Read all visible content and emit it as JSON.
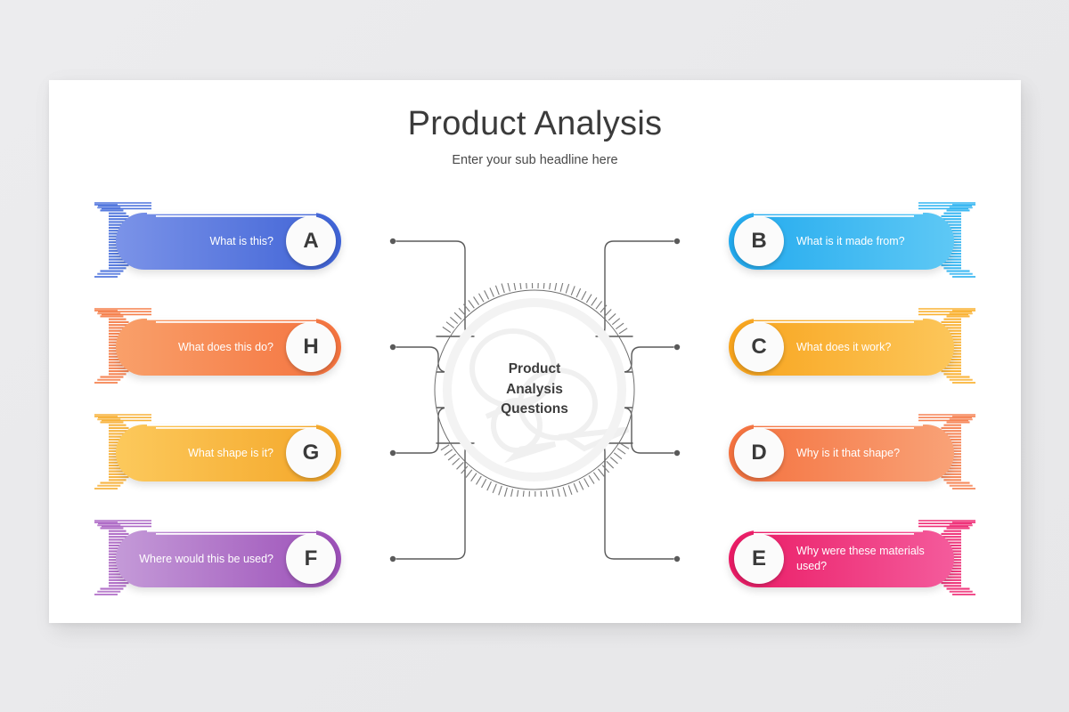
{
  "slide": {
    "title": "Product Analysis",
    "subtitle": "Enter your sub headline here"
  },
  "hub": {
    "line1": "Product",
    "line2": "Analysis",
    "line3": "Questions",
    "watermark_icon": "speech-bubbles-icon"
  },
  "colors": {
    "background": "#eaeaec",
    "card": "#ffffff",
    "title_text": "#3b3b3b",
    "connector": "#5a5a5a",
    "badge_bg": "#fbfbfb",
    "badge_text": "#3a3a3a"
  },
  "items_left": [
    {
      "letter": "A",
      "label": "What is this?",
      "color_from": "#7b93e8",
      "color_to": "#3f63d6",
      "accent": "#4f74dd"
    },
    {
      "letter": "H",
      "label": "What does this do?",
      "color_from": "#f9a06a",
      "color_to": "#f4733f",
      "accent": "#f5804c"
    },
    {
      "letter": "G",
      "label": "What shape is it?",
      "color_from": "#fcc95c",
      "color_to": "#f4a628",
      "accent": "#f7b23a"
    },
    {
      "letter": "F",
      "label": "Where would this be used?",
      "color_from": "#c49ad8",
      "color_to": "#9c4fb8",
      "accent": "#ae6ac6"
    }
  ],
  "items_right": [
    {
      "letter": "B",
      "label": "What is it made from?",
      "color_from": "#5ec8f5",
      "color_to": "#22aaee",
      "accent": "#35b6f2"
    },
    {
      "letter": "C",
      "label": "What does it work?",
      "color_from": "#fcc65a",
      "color_to": "#f8a41d",
      "accent": "#fab232"
    },
    {
      "letter": "D",
      "label": "Why is it that shape?",
      "color_from": "#f9a277",
      "color_to": "#f4713e",
      "accent": "#f68455"
    },
    {
      "letter": "E",
      "label": "Why were these materials used?",
      "color_from": "#f45b9c",
      "color_to": "#ea1a64",
      "accent": "#ef2f77"
    }
  ]
}
